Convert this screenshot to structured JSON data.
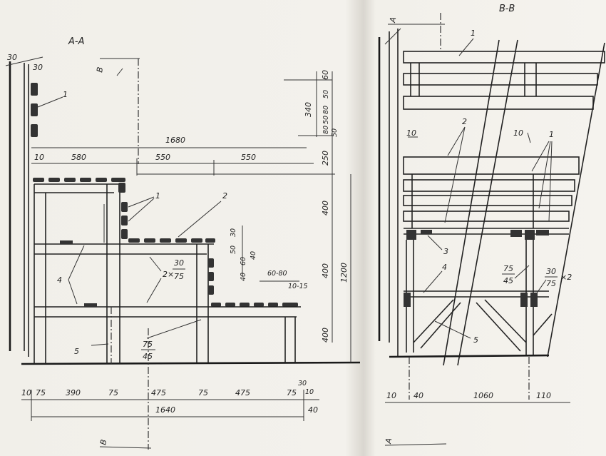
{
  "section_aa": {
    "title": "A-A",
    "wall_marks": [
      "30",
      "30"
    ],
    "cut_mark_top": "B",
    "cut_mark_bottom": "B",
    "heights": [
      "60",
      "50",
      "80",
      "50",
      "340",
      "80",
      "50",
      "250",
      "400",
      "1200",
      "400",
      "400"
    ],
    "overall_width": "1680",
    "upper_widths": [
      "10",
      "580",
      "550",
      "550"
    ],
    "joint_dims": [
      "30",
      "50",
      "60",
      "40",
      "40",
      "60-80",
      "10-15"
    ],
    "callouts": [
      "1",
      "2",
      "4",
      "5"
    ],
    "board_section": {
      "count": "2×",
      "num": "30",
      "den": "75"
    },
    "post_section": {
      "num": "75",
      "den": "45"
    },
    "bottom_dims": [
      "10",
      "75",
      "390",
      "75",
      "475",
      "75",
      "475",
      "75",
      "30",
      "10"
    ],
    "bottom_total": "1640",
    "bottom_right": "40"
  },
  "section_bb": {
    "title": "B-B",
    "cut_mark_top": "A",
    "cut_mark_bottom": "A",
    "callouts": [
      "1",
      "2",
      "3",
      "4",
      "5",
      "1"
    ],
    "dims_small": [
      "10",
      "10"
    ],
    "post_section": {
      "num": "75",
      "den": "45"
    },
    "board_section": {
      "num": "30",
      "den": "75",
      "mult": "×2"
    },
    "bottom_dims": [
      "10",
      "40",
      "1060",
      "110"
    ]
  }
}
